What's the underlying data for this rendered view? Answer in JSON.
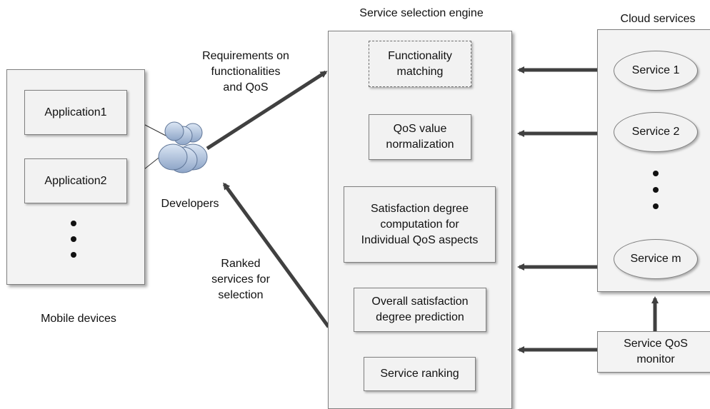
{
  "mobile_devices": {
    "label": "Mobile devices",
    "apps": [
      "Application1",
      "Application2"
    ]
  },
  "developers": {
    "label": "Developers",
    "icon": "developers-group-icon"
  },
  "arrows": {
    "requirements": "Requirements on\nfunctionalities\nand QoS",
    "ranked": "Ranked\nservices for\nselection"
  },
  "engine": {
    "title": "Service selection engine",
    "steps": [
      "Functionality\nmatching",
      "QoS value\nnormalization",
      "Satisfaction degree\ncomputation for\nIndividual QoS aspects",
      "Overall satisfaction\ndegree prediction",
      "Service ranking"
    ]
  },
  "cloud": {
    "title": "Cloud services",
    "services": [
      "Service 1",
      "Service 2",
      "Service m"
    ]
  },
  "monitor": {
    "label": "Service QoS\nmonitor"
  },
  "colors": {
    "arrow": "#404040",
    "panel_fill": "#f3f3f3",
    "box_fill": "#f2f2f2",
    "border": "#7f7f7f"
  }
}
